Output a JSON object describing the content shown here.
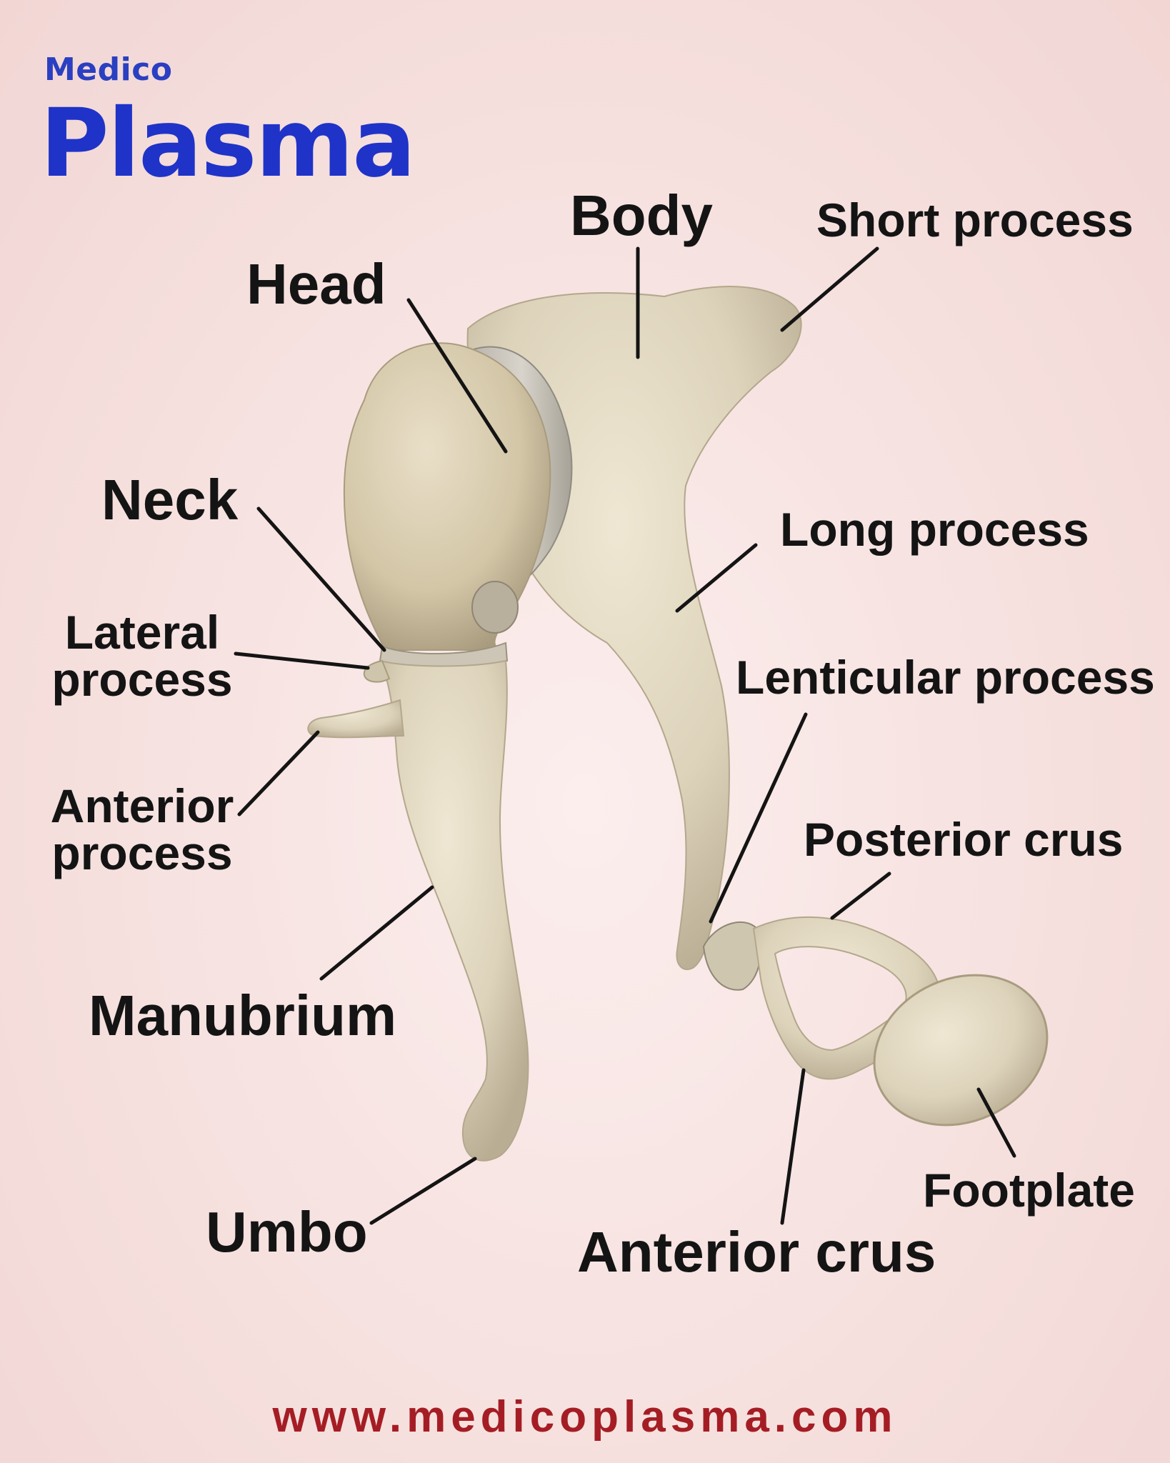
{
  "brand": {
    "line1": "Medico",
    "line2": "Plasma"
  },
  "labels": {
    "body": "Body",
    "short_process": "Short process",
    "head": "Head",
    "neck": "Neck",
    "long_process": "Long process",
    "lateral_process": "Lateral\nprocess",
    "lenticular_process": "Lenticular process",
    "anterior_process": "Anterior\nprocess",
    "posterior_crus": "Posterior crus",
    "manubrium": "Manubrium",
    "footplate": "Footplate",
    "umbo": "Umbo",
    "anterior_crus": "Anterior crus"
  },
  "footer": {
    "url": "www.medicoplasma.com"
  },
  "colors": {
    "brand": "#1f33c8",
    "footer": "#a51d24",
    "bone": "#ddd3bb",
    "leader_line": "#141414"
  }
}
